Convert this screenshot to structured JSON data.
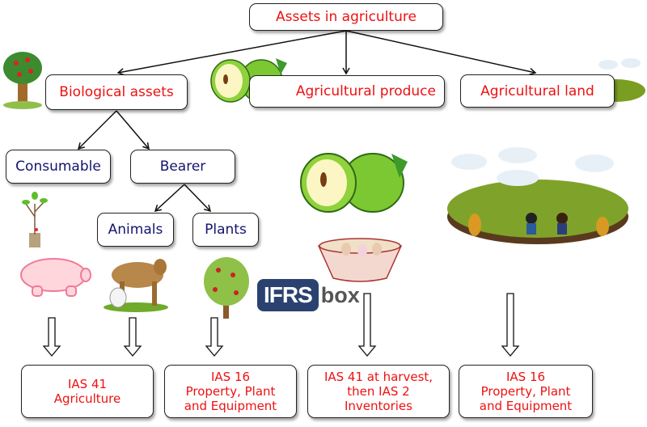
{
  "diagram": {
    "root": {
      "label": "Assets in agriculture"
    },
    "level1": [
      {
        "label": "Biological assets"
      },
      {
        "label": "Agricultural produce"
      },
      {
        "label": "Agricultural land"
      }
    ],
    "biological_children": [
      {
        "label": "Consumable"
      },
      {
        "label": "Bearer"
      }
    ],
    "bearer_children": [
      {
        "label": "Animals"
      },
      {
        "label": "Plants"
      }
    ],
    "standards": [
      {
        "lines": [
          "IAS 41",
          "Agriculture"
        ]
      },
      {
        "lines": [
          "IAS 16",
          "Property, Plant",
          "and Equipment"
        ]
      },
      {
        "lines": [
          "IAS 41 at harvest,",
          "then IAS 2",
          "Inventories"
        ]
      },
      {
        "lines": [
          "IAS 16",
          "Property, Plant",
          "and Equipment"
        ]
      }
    ],
    "logo": {
      "main": "IFRS",
      "suffix": "box"
    },
    "colors": {
      "label_red": "#ee1111",
      "label_navy": "#14146e",
      "box_border": "#222222"
    },
    "illustrations": [
      "apple-tree",
      "green-apples",
      "farm-island",
      "seedling",
      "pig",
      "cow-milking",
      "apple-tree-harvest",
      "egg-basket"
    ]
  }
}
